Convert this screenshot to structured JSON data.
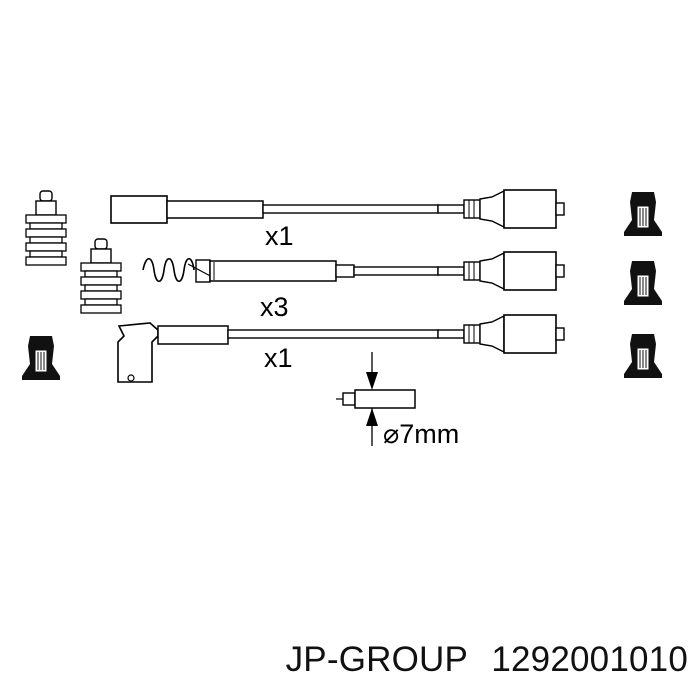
{
  "diagram": {
    "quantities": {
      "top": "x1",
      "middle": "x3",
      "bottom": "x1"
    },
    "diameter": "⌀7mm",
    "colors": {
      "line": "#000000",
      "fill": "#111111",
      "background": "#ffffff"
    }
  },
  "caption": {
    "brand": "JP-GROUP",
    "part_number": "1292001010"
  }
}
